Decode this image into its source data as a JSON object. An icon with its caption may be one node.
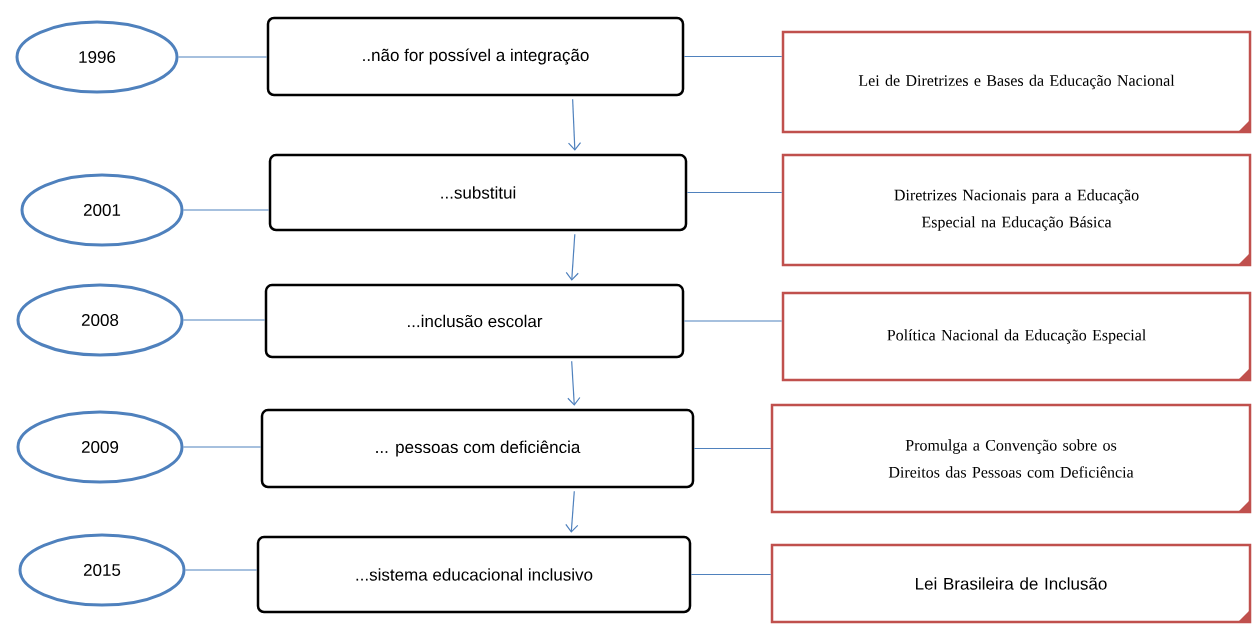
{
  "diagram": {
    "nodes": [
      {
        "text": [
          "1996"
        ]
      },
      {
        "text": [
          "..não for possível a integração"
        ]
      },
      {
        "text": [
          "Lei de Diretrizes e Bases da Educação Nacional"
        ]
      },
      {
        "text": [
          "2001"
        ]
      },
      {
        "text": [
          "...substitui"
        ]
      },
      {
        "text": [
          "Diretrizes Nacionais para a Educação Especial na Educação Básica"
        ]
      },
      {
        "text": [
          "2008"
        ]
      },
      {
        "text": [
          "...inclusão escolar"
        ]
      },
      {
        "text": [
          "Política Nacional da Educação Especial"
        ]
      },
      {
        "text": [
          "2009"
        ]
      },
      {
        "text": [
          "... pessoas com deficiência"
        ]
      },
      {
        "text": [
          "Promulga a Convenção sobre os Direitos das Pessoas com Deficiência"
        ]
      },
      {
        "text": [
          "2015"
        ]
      },
      {
        "text": [
          "...sistema educacional inclusivo"
        ]
      },
      {
        "text": [
          "Lei Brasileira de Inclusão"
        ]
      }
    ],
    "edges": [
      {
        "from": 0,
        "to": 1,
        "arrow": "none"
      },
      {
        "from": 1,
        "to": 2,
        "arrow": "none"
      },
      {
        "from": 3,
        "to": 4,
        "arrow": "none"
      },
      {
        "from": 4,
        "to": 5,
        "arrow": "none"
      },
      {
        "from": 6,
        "to": 7,
        "arrow": "none"
      },
      {
        "from": 7,
        "to": 8,
        "arrow": "none"
      },
      {
        "from": 9,
        "to": 10,
        "arrow": "none"
      },
      {
        "from": 10,
        "to": 11,
        "arrow": "none"
      },
      {
        "from": 12,
        "to": 13,
        "arrow": "none"
      },
      {
        "from": 13,
        "to": 14,
        "arrow": "none"
      },
      {
        "from": 1,
        "to": 4,
        "arrow": "to"
      },
      {
        "from": 4,
        "to": 7,
        "arrow": "to"
      },
      {
        "from": 7,
        "to": 10,
        "arrow": "to"
      },
      {
        "from": 10,
        "to": 13,
        "arrow": "to"
      }
    ]
  }
}
